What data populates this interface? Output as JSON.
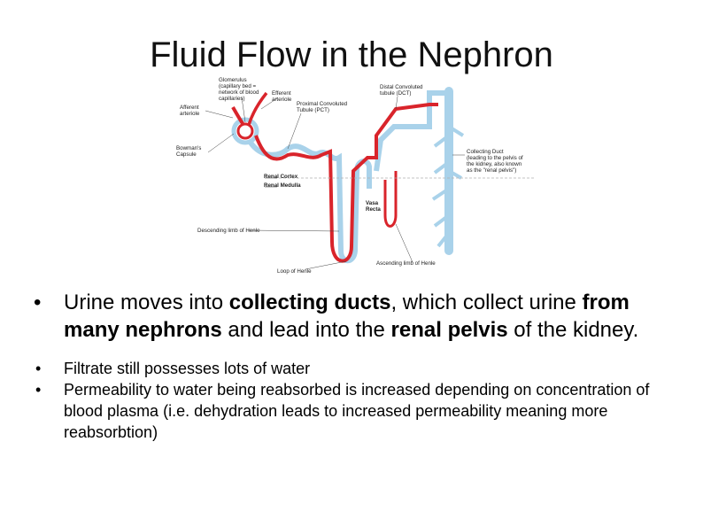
{
  "title": "Fluid Flow in the Nephron",
  "diagram": {
    "labels": {
      "glomerulus": [
        "Glomerulus",
        "(capillary bed =",
        "network of blood",
        "capillaries)"
      ],
      "efferent": [
        "Efferent",
        "arteriole"
      ],
      "afferent": [
        "Afferent",
        "arteriole"
      ],
      "pct": [
        "Proximal Convoluted",
        "Tubule (PCT)"
      ],
      "dct": [
        "Distal Convoluted",
        "tubule (DCT)"
      ],
      "bowmans": [
        "Bowman's",
        "Capsule"
      ],
      "collecting_duct": [
        "Collecting Duct",
        "(leading to the pelvis of",
        "the kidney, also known",
        "as the \"renal pelvis\")"
      ],
      "renal_cortex": "Renal Cortex",
      "renal_medulla": "Renal Medulla",
      "vasa_recta": [
        "Vasa",
        "Recta"
      ],
      "descending": "Descending limb of Henle",
      "ascending": "Ascending limb of Henle",
      "loop": "Loop of Henle"
    },
    "colors": {
      "blood": "#d9242b",
      "tubule": "#a9d2ea",
      "outline": "#7fb3d4"
    }
  },
  "bullet_main": {
    "p1": "Urine moves into ",
    "b1": "collecting ducts",
    "p2": ", which collect urine ",
    "b2": "from many nephrons",
    "p3": " and lead into the ",
    "b3": "renal pelvis",
    "p4": " of the kidney."
  },
  "sub_bullets": [
    "Filtrate still possesses lots of water",
    "Permeability to water being reabsorbed is increased depending on concentration of blood plasma (i.e. dehydration leads to increased permeability meaning more reabsorbtion)"
  ]
}
